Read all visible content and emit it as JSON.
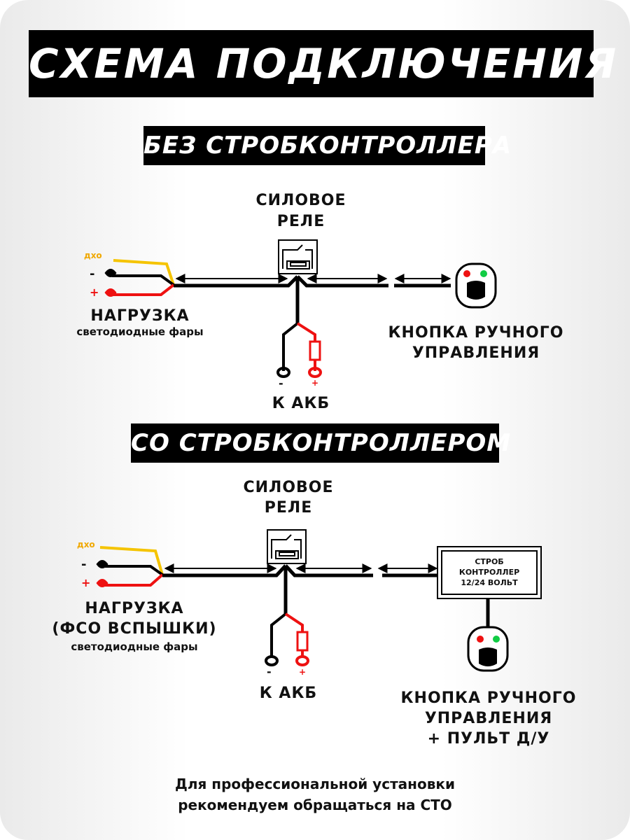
{
  "title": "СХЕМА ПОДКЛЮЧЕНИЯ",
  "section1": {
    "heading": "БЕЗ СТРОБКОНТРОЛЛЕРА",
    "relay_label_1": "СИЛОВОЕ",
    "relay_label_2": "РЕЛЕ",
    "drl_label": "дхо",
    "minus": "-",
    "plus": "+",
    "load_label": "НАГРУЗКА",
    "load_sub": "светодиодные фары",
    "battery_label": "К АКБ",
    "button_label_1": "КНОПКА РУЧНОГО",
    "button_label_2": "УПРАВЛЕНИЯ"
  },
  "section2": {
    "heading": "СО СТРОБКОНТРОЛЛЕРОМ",
    "relay_label_1": "СИЛОВОЕ",
    "relay_label_2": "РЕЛЕ",
    "drl_label": "дхо",
    "minus": "-",
    "plus": "+",
    "load_label": "НАГРУЗКА",
    "load_label_2": "(ФСО ВСПЫШКИ)",
    "load_sub": "светодиодные фары",
    "battery_label": "К АКБ",
    "controller_1": "СТРОБ",
    "controller_2": "КОНТРОЛЛЕР",
    "controller_3": "12/24 ВОЛЬТ",
    "button_label_1": "КНОПКА РУЧНОГО",
    "button_label_2": "УПРАВЛЕНИЯ",
    "button_label_3": "+ ПУЛЬТ Д/У"
  },
  "footer": {
    "line1": "Для профессиональной установки",
    "line2": "рекомендуем обращаться на СТО"
  },
  "colors": {
    "wire_black": "#000000",
    "wire_red": "#ee1111",
    "wire_yellow": "#f5c400",
    "led_red": "#ee1111",
    "led_green": "#11cc44"
  }
}
